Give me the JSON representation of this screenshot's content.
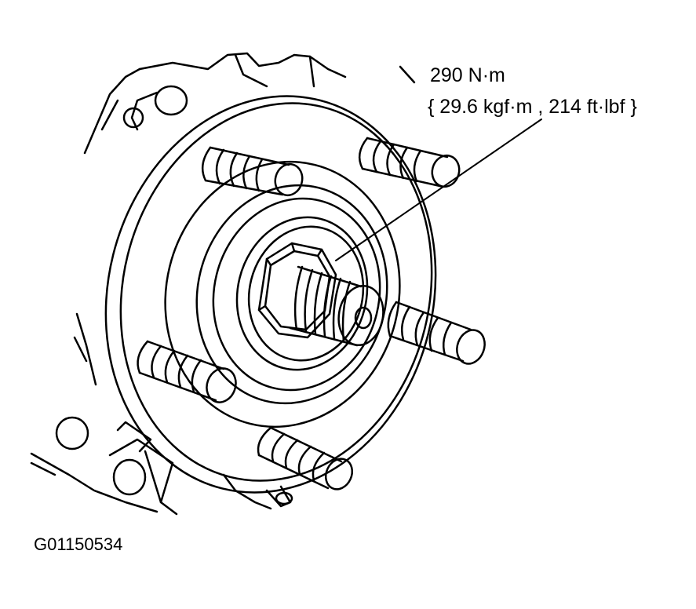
{
  "annotation": {
    "torque_metric": "290 N·m",
    "torque_alt": "{ 29.6 kgf·m , 214 ft·lbf }"
  },
  "figure_id": "G01150534",
  "colors": {
    "line": "#000000",
    "background": "#ffffff"
  },
  "parts": {
    "hub_flange": "wheel-hub-flange",
    "axle_nut": "hex-axle-nut",
    "drive_shaft": "threaded-drive-shaft-end",
    "wheel_studs": 5
  }
}
